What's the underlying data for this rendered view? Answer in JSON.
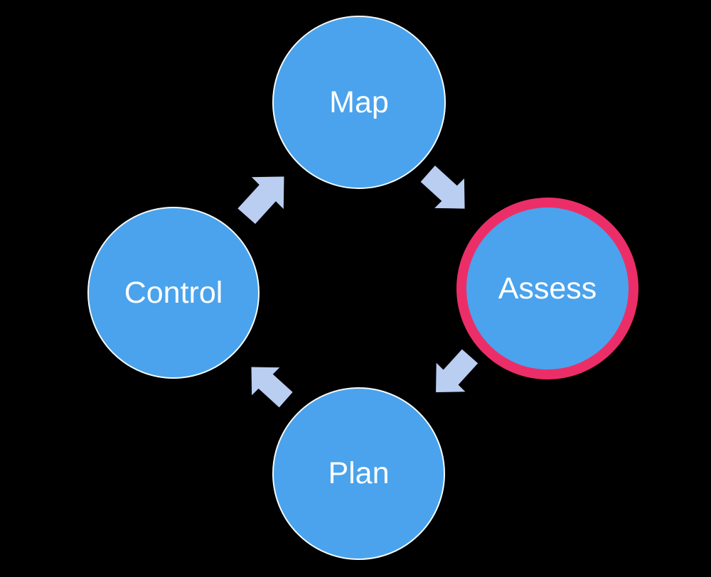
{
  "diagram": {
    "type": "cycle",
    "direction": "clockwise",
    "highlighted_step": "Assess",
    "nodes": [
      {
        "label": "Map",
        "position": "top",
        "highlighted": false
      },
      {
        "label": "Assess",
        "position": "right",
        "highlighted": true
      },
      {
        "label": "Plan",
        "position": "bottom",
        "highlighted": false
      },
      {
        "label": "Control",
        "position": "left",
        "highlighted": false
      }
    ],
    "arrows": [
      {
        "from": "Map",
        "to": "Assess"
      },
      {
        "from": "Assess",
        "to": "Plan"
      },
      {
        "from": "Plan",
        "to": "Control"
      },
      {
        "from": "Control",
        "to": "Map"
      }
    ]
  },
  "colors": {
    "background": "#000000",
    "node_fill": "#4aa3ec",
    "node_border": "#f5faff",
    "node_text": "#ffffff",
    "arrow_fill": "#b9cef1",
    "highlight_ring": "#ec2e68"
  }
}
